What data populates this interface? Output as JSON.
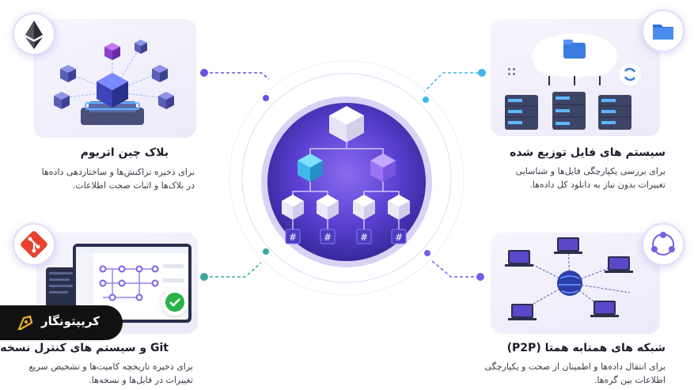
{
  "sections": {
    "blockchain": {
      "title": "بلاک چین اتریوم",
      "lines": [
        "برای ذخیره تراکنش‌ها و ساختاردهی داده‌ها",
        "در بلاک‌ها و اثبات صحت اطلاعات."
      ],
      "icon": "ethereum-icon"
    },
    "dfs": {
      "title": "سیستم های فایل توزیع شده",
      "lines": [
        "برای بررسی یکپارچگی فایل‌ها و شناسایی",
        "تغییرات بدون نیاز به دانلود کل داده‌ها."
      ],
      "icon": "folder-icon"
    },
    "git": {
      "title": "Git و سیستم های کنترل نسخه",
      "lines": [
        "برای ذخیره تاریخچه کامیت‌ها و تشخیص سریع",
        "تغییرات در فایل‌ها و نسخه‌ها."
      ],
      "icon": "git-icon"
    },
    "p2p": {
      "title": "شبکه های همتابه همتا (P2P)",
      "lines": [
        "برای انتقال داده‌ها و اطمینان از صحت و یکپارچگی",
        "اطلاعات بین گره‌ها."
      ],
      "icon": "network-users-icon"
    }
  },
  "center": {
    "hash_labels": [
      "#",
      "#",
      "#",
      "#"
    ],
    "icon": "merkle-tree-icon"
  },
  "brand": {
    "name": "کریپتونگار",
    "icon": "pen-nib-icon"
  },
  "colors": {
    "accent": "#6a4fe0",
    "cyan": "#3fb8e8",
    "center_dark": "#3b2aa8"
  }
}
